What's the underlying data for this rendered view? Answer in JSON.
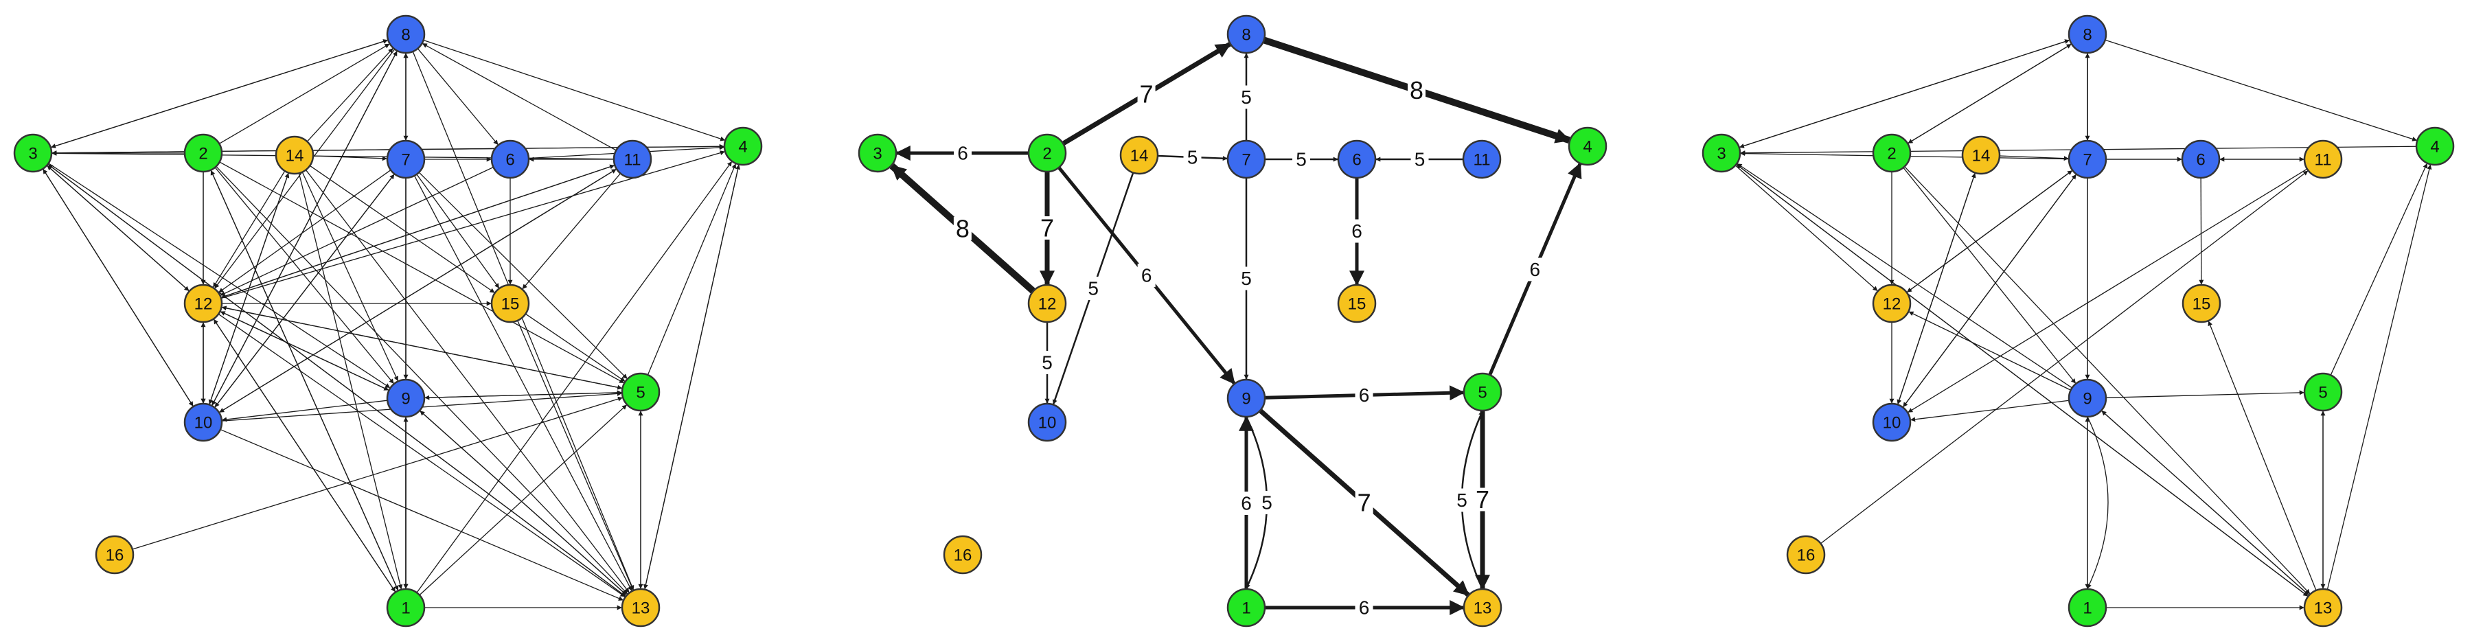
{
  "colors": {
    "blue": "#3b6bf0",
    "green": "#22e622",
    "yellow": "#f6c21c",
    "edge": "#1a1a1a"
  },
  "panels": [
    {
      "id": "left",
      "nodes": [
        {
          "id": "1",
          "label": "1",
          "color": "green"
        },
        {
          "id": "2",
          "label": "2",
          "color": "green"
        },
        {
          "id": "3",
          "label": "3",
          "color": "green"
        },
        {
          "id": "4",
          "label": "4",
          "color": "green"
        },
        {
          "id": "5",
          "label": "5",
          "color": "green"
        },
        {
          "id": "6",
          "label": "6",
          "color": "blue"
        },
        {
          "id": "7",
          "label": "7",
          "color": "blue"
        },
        {
          "id": "8",
          "label": "8",
          "color": "blue"
        },
        {
          "id": "9",
          "label": "9",
          "color": "blue"
        },
        {
          "id": "10",
          "label": "10",
          "color": "blue"
        },
        {
          "id": "11",
          "label": "11",
          "color": "blue"
        },
        {
          "id": "12",
          "label": "12",
          "color": "yellow"
        },
        {
          "id": "13",
          "label": "13",
          "color": "yellow"
        },
        {
          "id": "14",
          "label": "14",
          "color": "yellow"
        },
        {
          "id": "15",
          "label": "15",
          "color": "yellow"
        },
        {
          "id": "16",
          "label": "16",
          "color": "yellow"
        }
      ],
      "edges": [
        {
          "from": "2",
          "to": "8"
        },
        {
          "from": "2",
          "to": "3"
        },
        {
          "from": "2",
          "to": "12"
        },
        {
          "from": "2",
          "to": "9"
        },
        {
          "from": "2",
          "to": "13"
        },
        {
          "from": "2",
          "to": "1"
        },
        {
          "from": "2",
          "to": "10"
        },
        {
          "from": "2",
          "to": "5"
        },
        {
          "from": "3",
          "to": "8"
        },
        {
          "from": "3",
          "to": "12"
        },
        {
          "from": "3",
          "to": "10"
        },
        {
          "from": "3",
          "to": "13"
        },
        {
          "from": "3",
          "to": "9"
        },
        {
          "from": "3",
          "to": "4"
        },
        {
          "from": "8",
          "to": "3"
        },
        {
          "from": "8",
          "to": "4"
        },
        {
          "from": "8",
          "to": "7"
        },
        {
          "from": "8",
          "to": "13"
        },
        {
          "from": "8",
          "to": "6"
        },
        {
          "from": "8",
          "to": "12"
        },
        {
          "from": "8",
          "to": "10"
        },
        {
          "from": "14",
          "to": "7"
        },
        {
          "from": "14",
          "to": "10"
        },
        {
          "from": "14",
          "to": "8"
        },
        {
          "from": "14",
          "to": "15"
        },
        {
          "from": "14",
          "to": "13"
        },
        {
          "from": "14",
          "to": "9"
        },
        {
          "from": "14",
          "to": "1"
        },
        {
          "from": "14",
          "to": "12"
        },
        {
          "from": "7",
          "to": "6"
        },
        {
          "from": "7",
          "to": "9"
        },
        {
          "from": "7",
          "to": "15"
        },
        {
          "from": "7",
          "to": "8"
        },
        {
          "from": "7",
          "to": "12"
        },
        {
          "from": "7",
          "to": "10"
        },
        {
          "from": "7",
          "to": "13"
        },
        {
          "from": "7",
          "to": "5"
        },
        {
          "from": "7",
          "to": "1"
        },
        {
          "from": "11",
          "to": "6"
        },
        {
          "from": "11",
          "to": "12"
        },
        {
          "from": "11",
          "to": "10"
        },
        {
          "from": "11",
          "to": "15"
        },
        {
          "from": "11",
          "to": "3"
        },
        {
          "from": "11",
          "to": "8"
        },
        {
          "from": "6",
          "to": "15"
        },
        {
          "from": "6",
          "to": "12"
        },
        {
          "from": "6",
          "to": "4"
        },
        {
          "from": "12",
          "to": "10"
        },
        {
          "from": "12",
          "to": "9"
        },
        {
          "from": "12",
          "to": "5"
        },
        {
          "from": "12",
          "to": "13"
        },
        {
          "from": "12",
          "to": "15"
        },
        {
          "from": "12",
          "to": "11"
        },
        {
          "from": "12",
          "to": "4"
        },
        {
          "from": "12",
          "to": "1"
        },
        {
          "from": "12",
          "to": "3"
        },
        {
          "from": "10",
          "to": "12"
        },
        {
          "from": "10",
          "to": "13"
        },
        {
          "from": "10",
          "to": "5"
        },
        {
          "from": "10",
          "to": "8"
        },
        {
          "from": "10",
          "to": "7"
        },
        {
          "from": "10",
          "to": "11"
        },
        {
          "from": "10",
          "to": "14"
        },
        {
          "from": "10",
          "to": "3"
        },
        {
          "from": "9",
          "to": "5"
        },
        {
          "from": "9",
          "to": "13"
        },
        {
          "from": "9",
          "to": "10"
        },
        {
          "from": "9",
          "to": "1"
        },
        {
          "from": "9",
          "to": "12"
        },
        {
          "from": "5",
          "to": "13"
        },
        {
          "from": "5",
          "to": "4"
        },
        {
          "from": "5",
          "to": "9"
        },
        {
          "from": "5",
          "to": "12"
        },
        {
          "from": "13",
          "to": "5"
        },
        {
          "from": "13",
          "to": "4"
        },
        {
          "from": "13",
          "to": "9"
        },
        {
          "from": "13",
          "to": "3"
        },
        {
          "from": "1",
          "to": "13"
        },
        {
          "from": "1",
          "to": "9"
        },
        {
          "from": "1",
          "to": "5"
        },
        {
          "from": "1",
          "to": "4"
        },
        {
          "from": "1",
          "to": "8"
        },
        {
          "from": "1",
          "to": "12"
        },
        {
          "from": "1",
          "to": "2"
        },
        {
          "from": "16",
          "to": "5"
        },
        {
          "from": "15",
          "to": "5"
        },
        {
          "from": "15",
          "to": "13"
        },
        {
          "from": "4",
          "to": "13"
        },
        {
          "from": "4",
          "to": "3"
        }
      ]
    },
    {
      "id": "middle",
      "nodes": [
        {
          "id": "1",
          "label": "1",
          "color": "green"
        },
        {
          "id": "2",
          "label": "2",
          "color": "green"
        },
        {
          "id": "3",
          "label": "3",
          "color": "green"
        },
        {
          "id": "4",
          "label": "4",
          "color": "green"
        },
        {
          "id": "5",
          "label": "5",
          "color": "green"
        },
        {
          "id": "6",
          "label": "6",
          "color": "blue"
        },
        {
          "id": "7",
          "label": "7",
          "color": "blue"
        },
        {
          "id": "8",
          "label": "8",
          "color": "blue"
        },
        {
          "id": "9",
          "label": "9",
          "color": "blue"
        },
        {
          "id": "10",
          "label": "10",
          "color": "blue"
        },
        {
          "id": "11",
          "label": "11",
          "color": "blue"
        },
        {
          "id": "12",
          "label": "12",
          "color": "yellow"
        },
        {
          "id": "13",
          "label": "13",
          "color": "yellow"
        },
        {
          "id": "14",
          "label": "14",
          "color": "yellow"
        },
        {
          "id": "15",
          "label": "15",
          "color": "yellow"
        },
        {
          "id": "16",
          "label": "16",
          "color": "yellow"
        }
      ],
      "edges": [
        {
          "from": "2",
          "to": "3",
          "label": "6",
          "weight": 6
        },
        {
          "from": "2",
          "to": "8",
          "label": "7",
          "weight": 7
        },
        {
          "from": "2",
          "to": "12",
          "label": "7",
          "weight": 7
        },
        {
          "from": "2",
          "to": "9",
          "label": "6",
          "weight": 6
        },
        {
          "from": "12",
          "to": "3",
          "label": "8",
          "weight": 8
        },
        {
          "from": "12",
          "to": "10",
          "label": "5",
          "weight": 5
        },
        {
          "from": "14",
          "to": "7",
          "label": "5",
          "weight": 5
        },
        {
          "from": "14",
          "to": "10",
          "label": "5",
          "weight": 5
        },
        {
          "from": "7",
          "to": "8",
          "label": "5",
          "weight": 5
        },
        {
          "from": "7",
          "to": "6",
          "label": "5",
          "weight": 5
        },
        {
          "from": "7",
          "to": "9",
          "label": "5",
          "weight": 5
        },
        {
          "from": "11",
          "to": "6",
          "label": "5",
          "weight": 5
        },
        {
          "from": "6",
          "to": "15",
          "label": "6",
          "weight": 6
        },
        {
          "from": "8",
          "to": "4",
          "label": "8",
          "weight": 8
        },
        {
          "from": "5",
          "to": "4",
          "label": "6",
          "weight": 6
        },
        {
          "from": "9",
          "to": "5",
          "label": "6",
          "weight": 6
        },
        {
          "from": "9",
          "to": "13",
          "label": "7",
          "weight": 7
        },
        {
          "from": "9",
          "to": "1",
          "label": "5",
          "weight": 5,
          "curve": -1
        },
        {
          "from": "1",
          "to": "9",
          "label": "6",
          "weight": 6
        },
        {
          "from": "1",
          "to": "13",
          "label": "6",
          "weight": 6
        },
        {
          "from": "5",
          "to": "13",
          "label": "7",
          "weight": 7
        },
        {
          "from": "13",
          "to": "5",
          "label": "5",
          "weight": 5,
          "curve": -1
        }
      ]
    },
    {
      "id": "right",
      "nodes": [
        {
          "id": "1",
          "label": "1",
          "color": "green"
        },
        {
          "id": "2",
          "label": "2",
          "color": "green"
        },
        {
          "id": "3",
          "label": "3",
          "color": "green"
        },
        {
          "id": "4",
          "label": "4",
          "color": "green"
        },
        {
          "id": "5",
          "label": "5",
          "color": "green"
        },
        {
          "id": "6",
          "label": "6",
          "color": "blue"
        },
        {
          "id": "7",
          "label": "7",
          "color": "blue"
        },
        {
          "id": "8",
          "label": "8",
          "color": "blue"
        },
        {
          "id": "9",
          "label": "9",
          "color": "blue"
        },
        {
          "id": "10",
          "label": "10",
          "color": "blue"
        },
        {
          "id": "11",
          "label": "11",
          "color": "yellow"
        },
        {
          "id": "12",
          "label": "12",
          "color": "yellow"
        },
        {
          "id": "13",
          "label": "13",
          "color": "yellow"
        },
        {
          "id": "14",
          "label": "14",
          "color": "yellow"
        },
        {
          "id": "15",
          "label": "15",
          "color": "yellow"
        },
        {
          "id": "16",
          "label": "16",
          "color": "yellow"
        }
      ],
      "edges": [
        {
          "from": "2",
          "to": "8"
        },
        {
          "from": "2",
          "to": "12"
        },
        {
          "from": "2",
          "to": "9"
        },
        {
          "from": "3",
          "to": "8"
        },
        {
          "from": "3",
          "to": "12"
        },
        {
          "from": "3",
          "to": "13"
        },
        {
          "from": "8",
          "to": "3"
        },
        {
          "from": "8",
          "to": "4"
        },
        {
          "from": "8",
          "to": "7"
        },
        {
          "from": "8",
          "to": "1"
        },
        {
          "from": "8",
          "to": "2"
        },
        {
          "from": "14",
          "to": "7"
        },
        {
          "from": "14",
          "to": "10"
        },
        {
          "from": "7",
          "to": "6"
        },
        {
          "from": "7",
          "to": "9"
        },
        {
          "from": "7",
          "to": "3"
        },
        {
          "from": "7",
          "to": "12"
        },
        {
          "from": "7",
          "to": "10"
        },
        {
          "from": "7",
          "to": "8"
        },
        {
          "from": "7",
          "to": "11"
        },
        {
          "from": "11",
          "to": "6"
        },
        {
          "from": "11",
          "to": "10"
        },
        {
          "from": "6",
          "to": "15"
        },
        {
          "from": "12",
          "to": "10"
        },
        {
          "from": "12",
          "to": "7"
        },
        {
          "from": "10",
          "to": "14"
        },
        {
          "from": "10",
          "to": "7"
        },
        {
          "from": "9",
          "to": "5"
        },
        {
          "from": "9",
          "to": "10"
        },
        {
          "from": "9",
          "to": "13"
        },
        {
          "from": "9",
          "to": "12"
        },
        {
          "from": "9",
          "to": "3"
        },
        {
          "from": "9",
          "to": "1",
          "curve": -1
        },
        {
          "from": "1",
          "to": "9"
        },
        {
          "from": "1",
          "to": "13"
        },
        {
          "from": "5",
          "to": "13"
        },
        {
          "from": "5",
          "to": "4"
        },
        {
          "from": "13",
          "to": "5"
        },
        {
          "from": "13",
          "to": "4"
        },
        {
          "from": "13",
          "to": "15"
        },
        {
          "from": "13",
          "to": "9"
        },
        {
          "from": "13",
          "to": "3"
        },
        {
          "from": "16",
          "to": "11"
        },
        {
          "from": "2",
          "to": "13"
        },
        {
          "from": "4",
          "to": "3"
        }
      ]
    }
  ]
}
